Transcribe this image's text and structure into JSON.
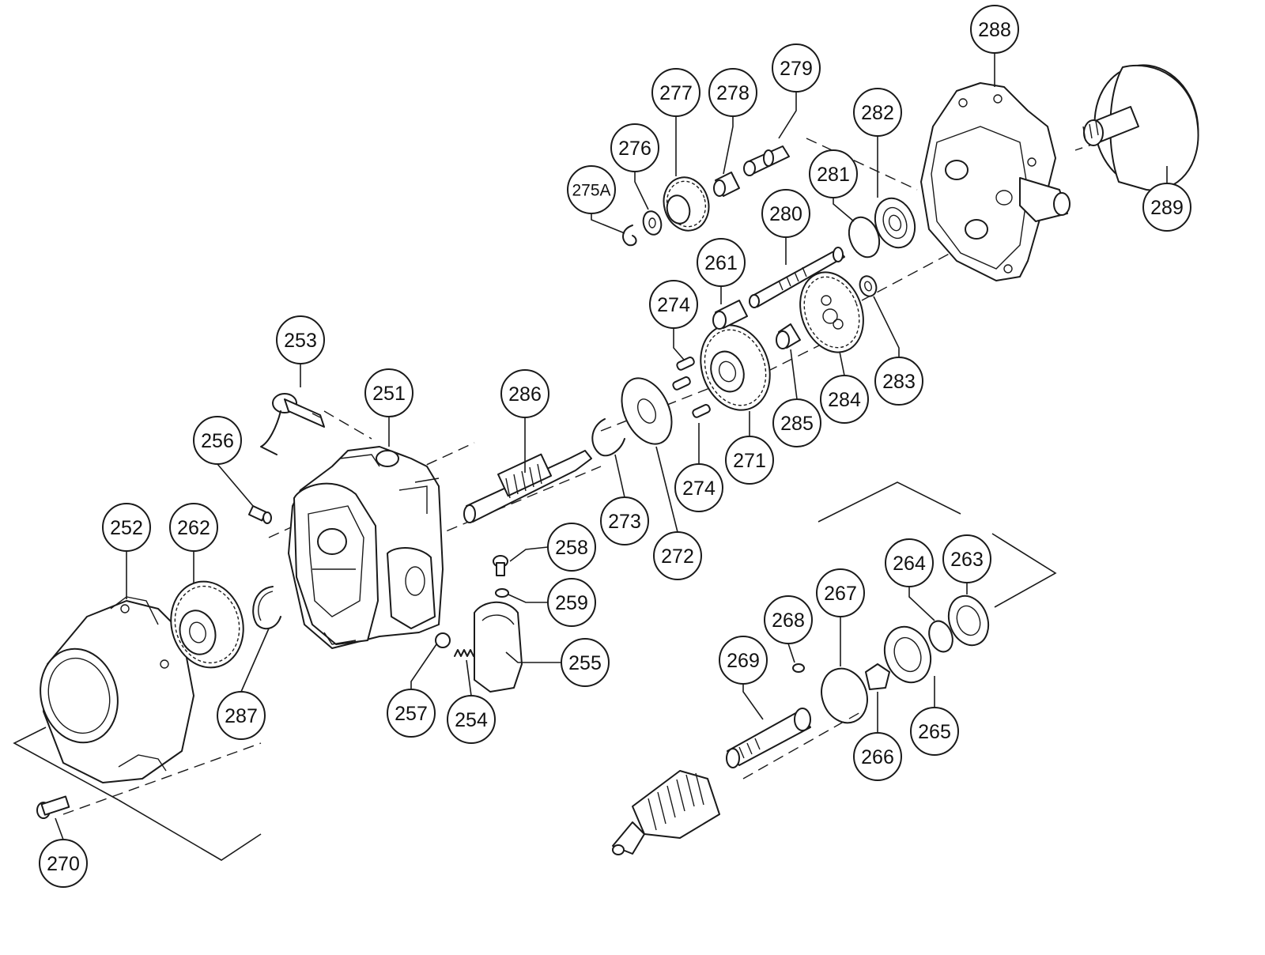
{
  "parts": [
    {
      "id": "p251",
      "label": "251"
    },
    {
      "id": "p252",
      "label": "252"
    },
    {
      "id": "p253",
      "label": "253"
    },
    {
      "id": "p254",
      "label": "254"
    },
    {
      "id": "p255",
      "label": "255"
    },
    {
      "id": "p256",
      "label": "256"
    },
    {
      "id": "p257",
      "label": "257"
    },
    {
      "id": "p258",
      "label": "258"
    },
    {
      "id": "p259",
      "label": "259"
    },
    {
      "id": "p261",
      "label": "261"
    },
    {
      "id": "p262",
      "label": "262"
    },
    {
      "id": "p263",
      "label": "263"
    },
    {
      "id": "p264",
      "label": "264"
    },
    {
      "id": "p265",
      "label": "265"
    },
    {
      "id": "p266",
      "label": "266"
    },
    {
      "id": "p267",
      "label": "267"
    },
    {
      "id": "p268",
      "label": "268"
    },
    {
      "id": "p269",
      "label": "269"
    },
    {
      "id": "p270",
      "label": "270"
    },
    {
      "id": "p271",
      "label": "271"
    },
    {
      "id": "p272",
      "label": "272"
    },
    {
      "id": "p273",
      "label": "273"
    },
    {
      "id": "p274a",
      "label": "274"
    },
    {
      "id": "p274b",
      "label": "274"
    },
    {
      "id": "p275a",
      "label": "275A"
    },
    {
      "id": "p276",
      "label": "276"
    },
    {
      "id": "p277",
      "label": "277"
    },
    {
      "id": "p278",
      "label": "278"
    },
    {
      "id": "p279",
      "label": "279"
    },
    {
      "id": "p280",
      "label": "280"
    },
    {
      "id": "p281",
      "label": "281"
    },
    {
      "id": "p282",
      "label": "282"
    },
    {
      "id": "p283",
      "label": "283"
    },
    {
      "id": "p284",
      "label": "284"
    },
    {
      "id": "p285",
      "label": "285"
    },
    {
      "id": "p286",
      "label": "286"
    },
    {
      "id": "p287",
      "label": "287"
    },
    {
      "id": "p288",
      "label": "288"
    },
    {
      "id": "p289",
      "label": "289"
    }
  ]
}
